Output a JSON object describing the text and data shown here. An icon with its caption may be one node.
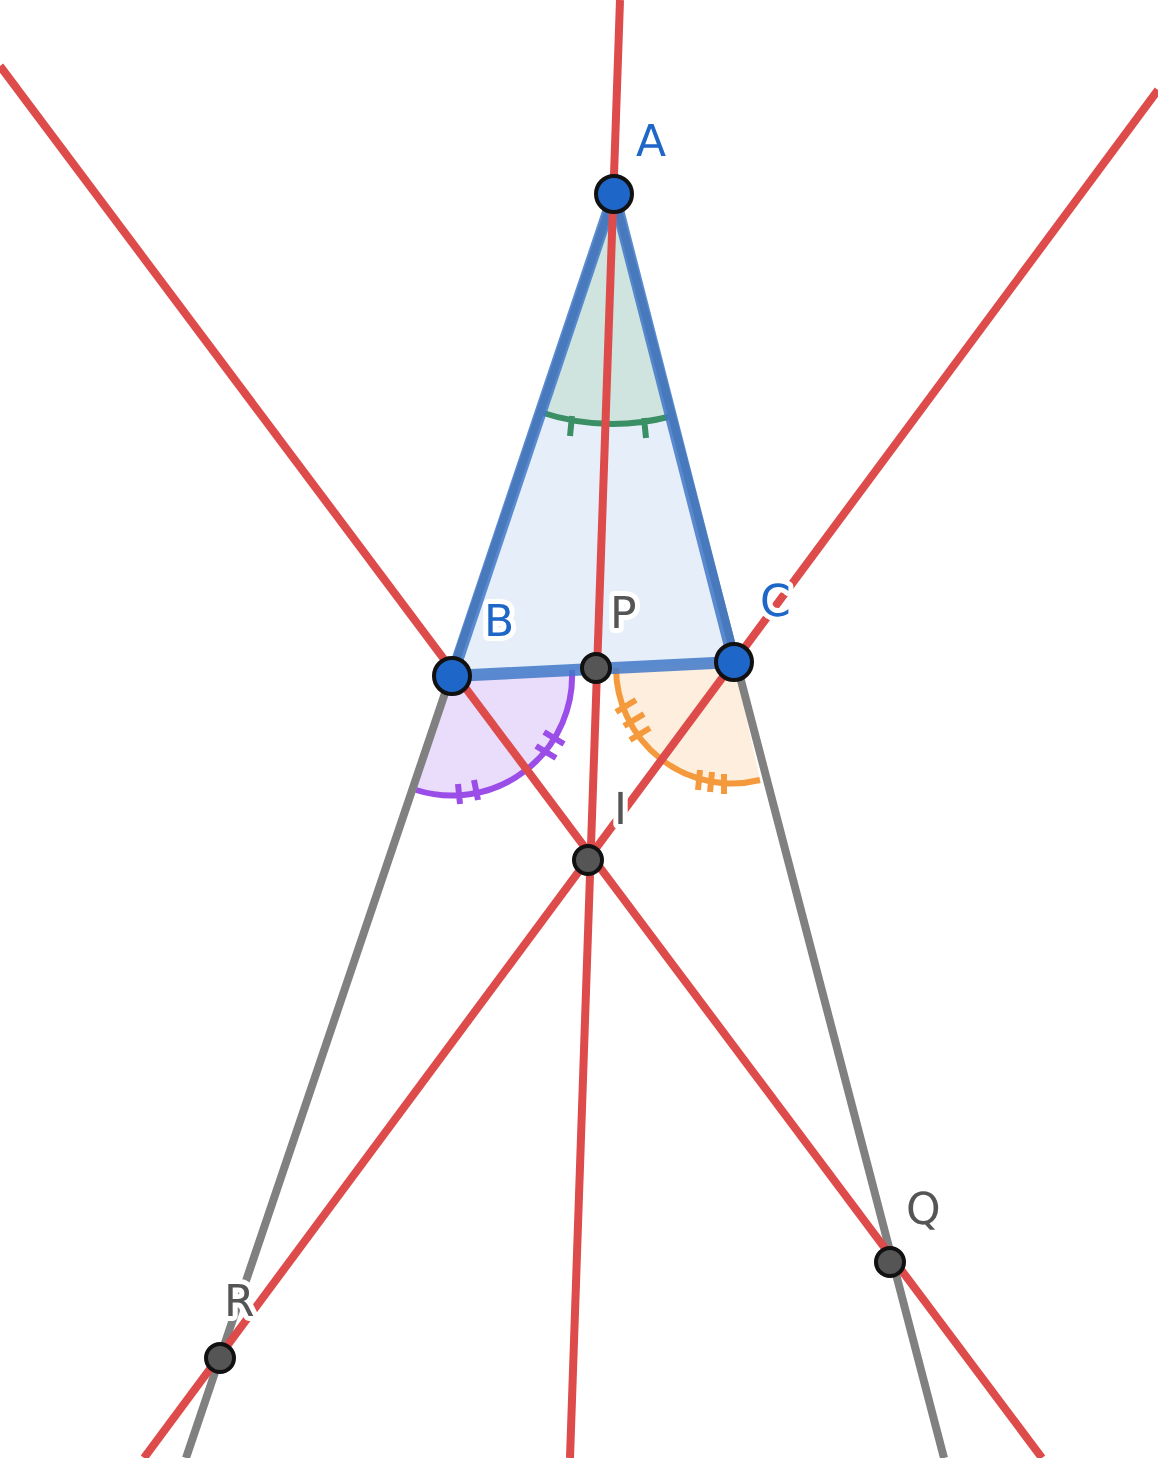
{
  "diagram": {
    "labels": [
      "A",
      "B",
      "P",
      "C",
      "I",
      "Q",
      "R"
    ]
  }
}
